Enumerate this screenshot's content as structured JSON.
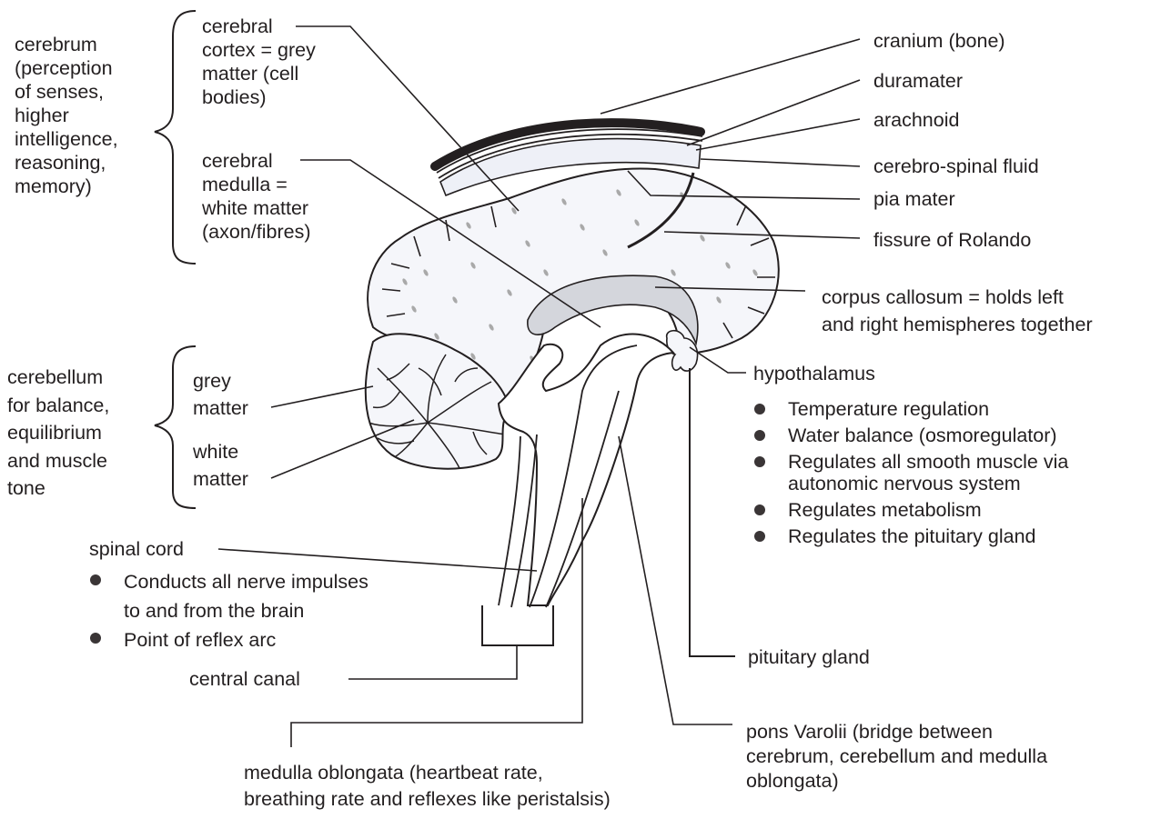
{
  "labels": {
    "cerebrum": [
      "cerebrum",
      "(perception",
      "of senses,",
      "higher",
      "intelligence,",
      "reasoning,",
      "memory)"
    ],
    "cerebral_cortex": [
      "cerebral",
      "cortex = grey",
      "matter (cell",
      "bodies)"
    ],
    "cerebral_medulla": [
      "cerebral",
      "medulla =",
      "white matter",
      "(axon/fibres)"
    ],
    "cerebellum": [
      "cerebellum",
      "for balance,",
      "equilibrium",
      "and muscle",
      "tone"
    ],
    "grey_matter": [
      "grey",
      "matter"
    ],
    "white_matter": [
      "white",
      "matter"
    ],
    "spinal_cord": "spinal cord",
    "spinal_cord_points": [
      "Conducts all nerve impulses",
      "to and from the brain",
      "Point of reflex arc"
    ],
    "central_canal": "central canal",
    "medulla_oblongata": [
      "medulla oblongata (heartbeat rate,",
      "breathing rate and reflexes like peristalsis)"
    ],
    "cranium": "cranium (bone)",
    "duramater": "duramater",
    "arachnoid": "arachnoid",
    "csf": "cerebro-spinal fluid",
    "pia_mater": "pia mater",
    "fissure": "fissure of Rolando",
    "corpus_callosum": [
      "corpus callosum = holds left",
      "and right hemispheres together"
    ],
    "hypothalamus": "hypothalamus",
    "hypothalamus_points": [
      "Temperature regulation",
      "Water balance (osmoregulator)",
      "Regulates all smooth muscle via",
      "Regulates metabolism",
      "Regulates the pituitary gland"
    ],
    "hypothalamus_point_cont": "autonomic nervous system",
    "pituitary": "pituitary gland",
    "pons": [
      "pons Varolii (bridge between",
      "cerebrum, cerebellum and medulla",
      "oblongata)"
    ]
  },
  "colors": {
    "ink": "#231f20",
    "fill_light": "#eef0f7",
    "fill_grey": "#d4d6dc",
    "dots": "#a9a9a9"
  }
}
